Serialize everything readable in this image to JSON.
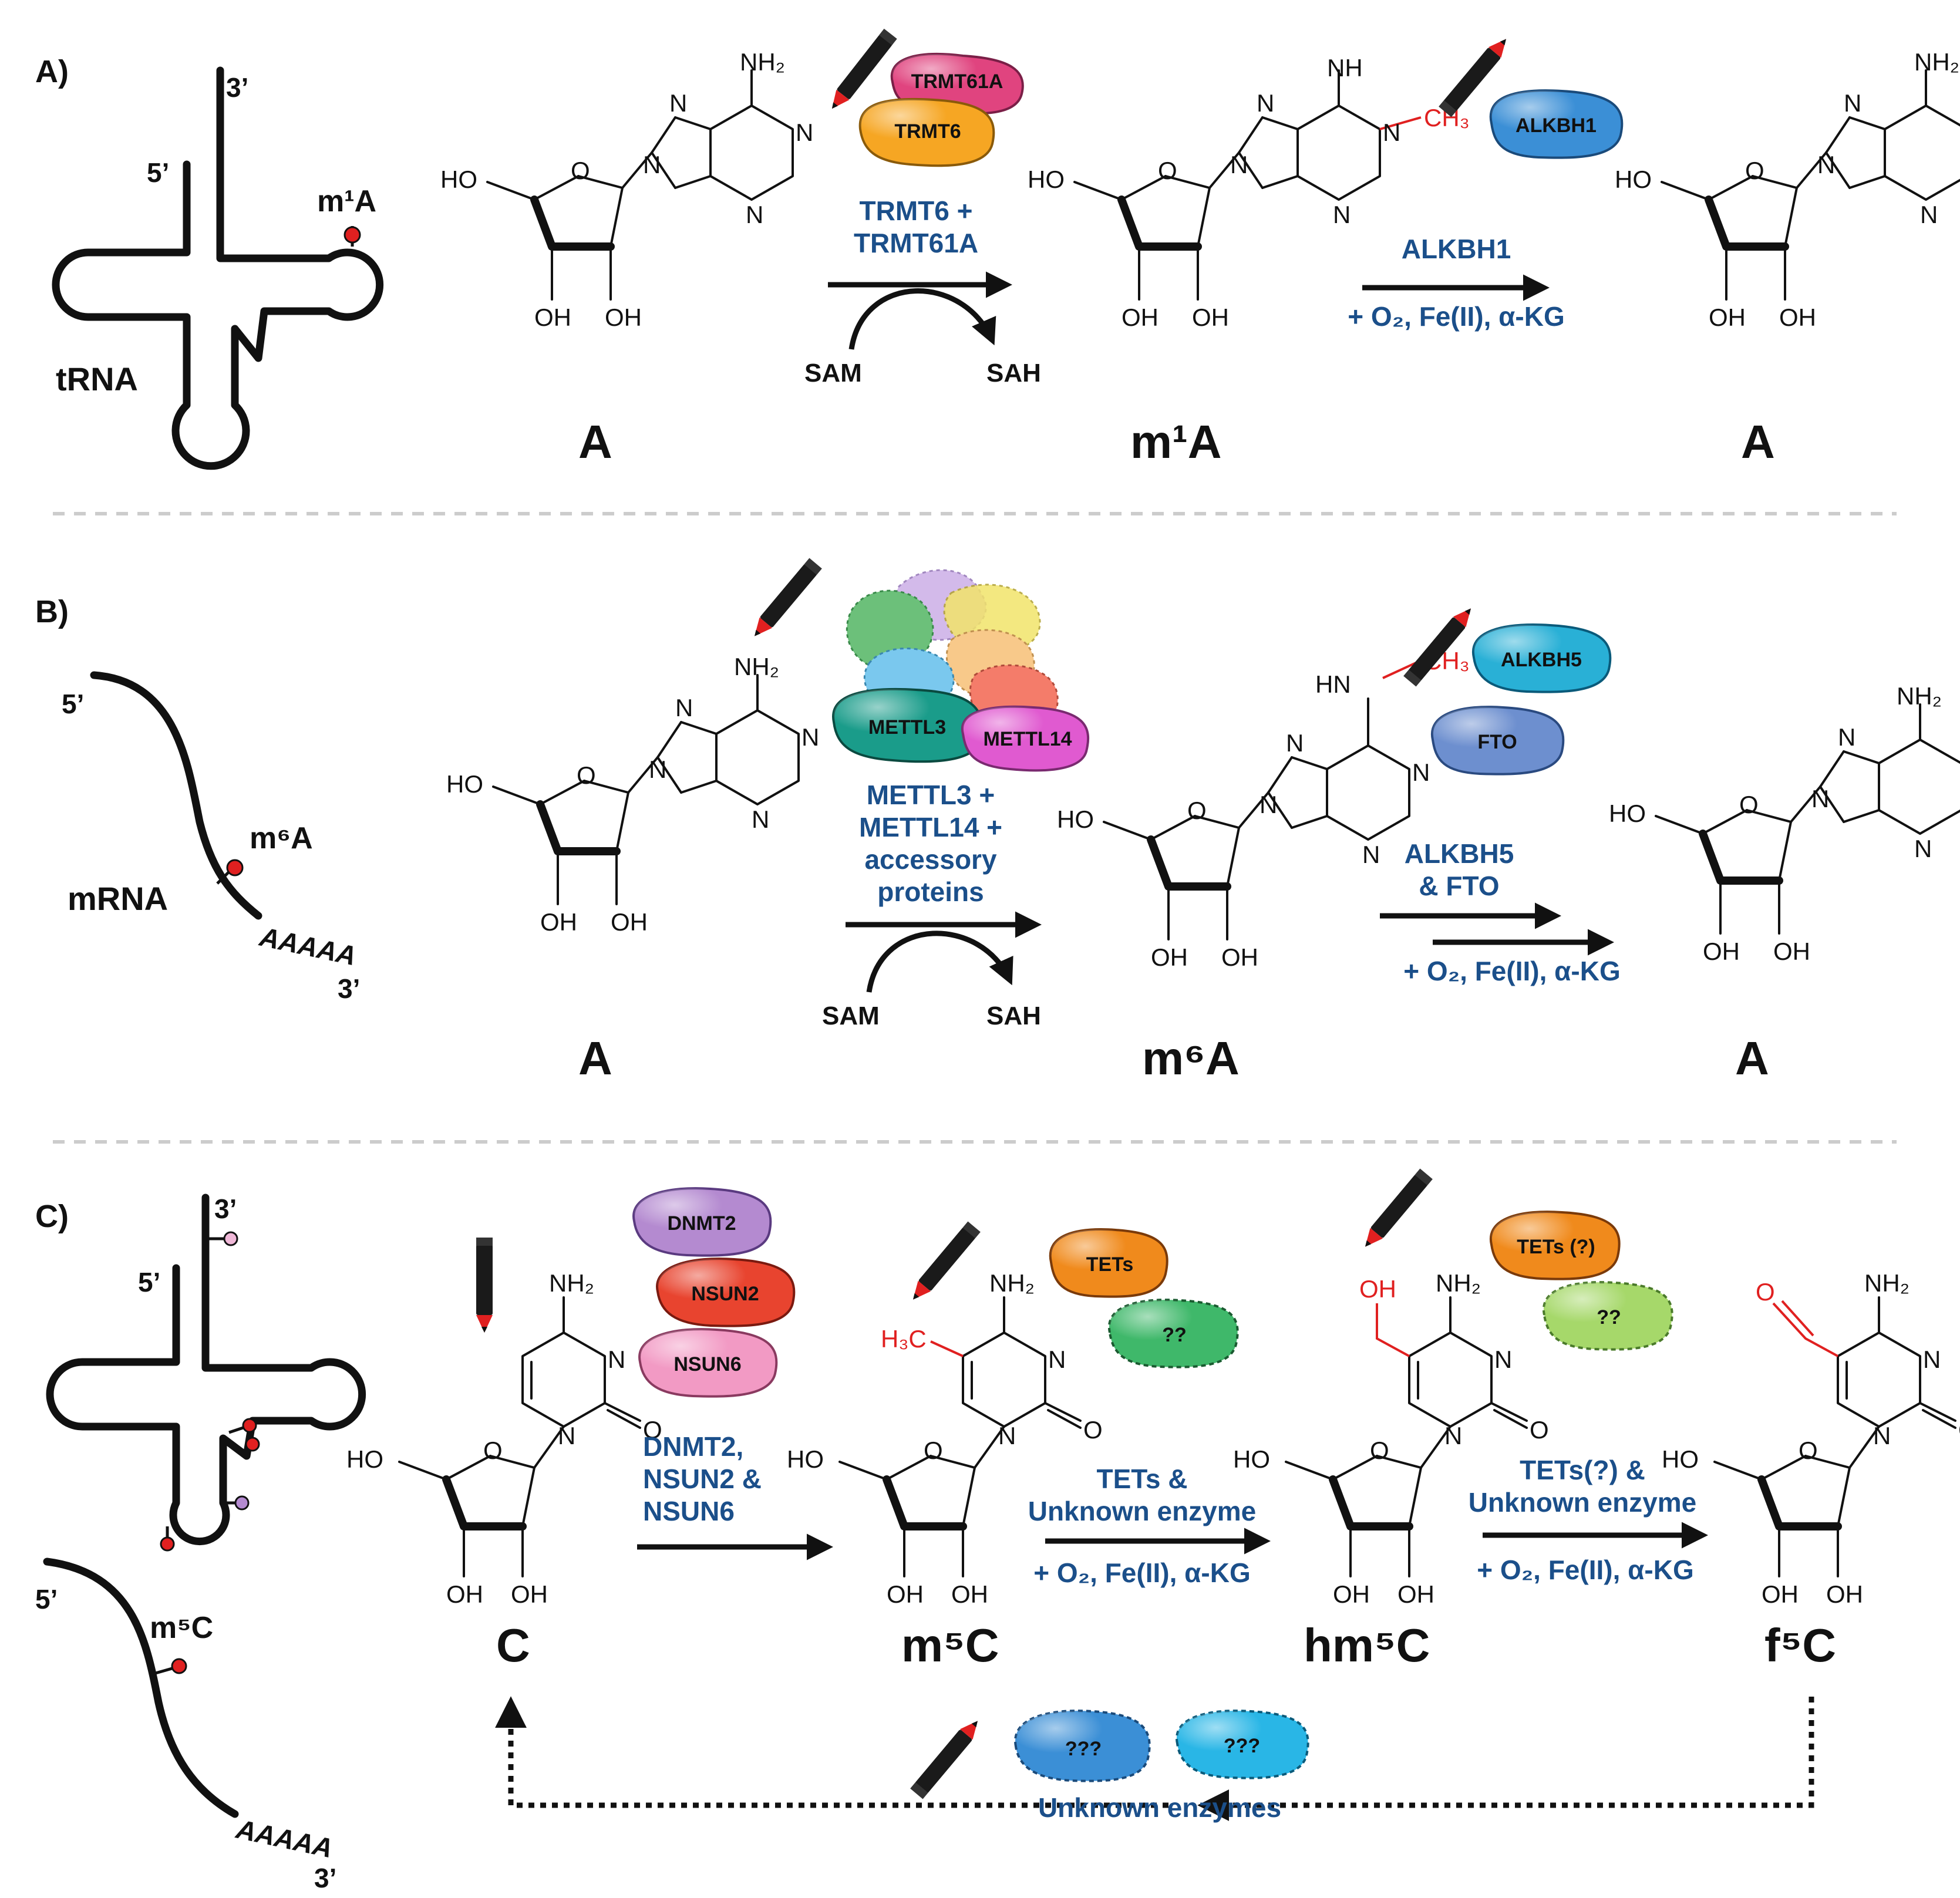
{
  "panels": {
    "a": {
      "label": "A)",
      "rna": {
        "name": "tRNA",
        "end5": "5’",
        "end3": "3’",
        "mark": "m¹A"
      },
      "sub": "A",
      "prod": "m¹A",
      "final": "A",
      "writer_label_1": "TRMT6 +",
      "writer_label_2": "TRMT61A",
      "cofactor_in": "SAM",
      "cofactor_out": "SAH",
      "eraser_label": "ALKBH1",
      "eraser_cond": "+ O₂, Fe(II), α-KG",
      "enzymes": [
        {
          "name": "TRMT61A",
          "color": "#e0447f"
        },
        {
          "name": "TRMT6",
          "color": "#f6a623"
        },
        {
          "name": "ALKBH1",
          "color": "#3b8fd6"
        }
      ]
    },
    "b": {
      "label": "B)",
      "rna": {
        "name": "mRNA",
        "end5": "5’",
        "end3": "3’",
        "tail": "AAAAA",
        "mark": "m⁶A"
      },
      "sub": "A",
      "prod": "m⁶A",
      "final": "A",
      "writer_label_1": "METTL3 +",
      "writer_label_2": "METTL14 +",
      "writer_label_3": "accessory",
      "writer_label_4": "proteins",
      "cofactor_in": "SAM",
      "cofactor_out": "SAH",
      "eraser_label_1": "ALKBH5",
      "eraser_label_2": "& FTO",
      "eraser_cond": "+ O₂, Fe(II), α-KG",
      "enzymes": [
        {
          "name": "METTL3",
          "color": "#1a9c8a"
        },
        {
          "name": "METTL14",
          "color": "#e05ad0"
        },
        {
          "name": "ALKBH5",
          "color": "#29b0d6"
        },
        {
          "name": "FTO",
          "color": "#6d8fcf"
        }
      ]
    },
    "c": {
      "label": "C)",
      "rna": {
        "end5a": "5’",
        "end3a": "3’",
        "end5b": "5’",
        "end3b": "3’",
        "tail": "AAAAA",
        "mark": "m⁵C"
      },
      "sub": "C",
      "prod1": "m⁵C",
      "prod2": "hm⁵C",
      "prod3": "f⁵C",
      "writer_label_1": "DNMT2,",
      "writer_label_2": "NSUN2 &",
      "writer_label_3": "NSUN6",
      "step2_label_1": "TETs &",
      "step2_label_2": "Unknown enzyme",
      "step2_cond": "+ O₂, Fe(II), α-KG",
      "step3_label_1": "TETs(?) &",
      "step3_label_2": "Unknown enzyme",
      "step3_cond": "+ O₂, Fe(II), α-KG",
      "return_label": "Unknown enzymes",
      "enzymes": [
        {
          "name": "DNMT2",
          "color": "#b48ad0"
        },
        {
          "name": "NSUN2",
          "color": "#e8442f"
        },
        {
          "name": "NSUN6",
          "color": "#f29ac4"
        },
        {
          "name": "TETs",
          "color": "#f08a1c"
        },
        {
          "name": "??",
          "color": "#3fb86a"
        },
        {
          "name": "TETs (?)",
          "color": "#f08a1c"
        },
        {
          "name": "??",
          "color": "#a6d86a"
        },
        {
          "name": "???",
          "color": "#3b8fd6"
        },
        {
          "name": "???",
          "color": "#29b6e6"
        }
      ]
    }
  },
  "chem": {
    "nh2": "NH₂",
    "nh": "NH",
    "hn": "HN",
    "ch3": "CH₃",
    "h3c": "H₃C",
    "n": "N",
    "o": "O",
    "ho": "HO",
    "oh": "OH"
  },
  "colors": {
    "annotation_blue": "#1b4f8a",
    "modification_red": "#e02020"
  }
}
